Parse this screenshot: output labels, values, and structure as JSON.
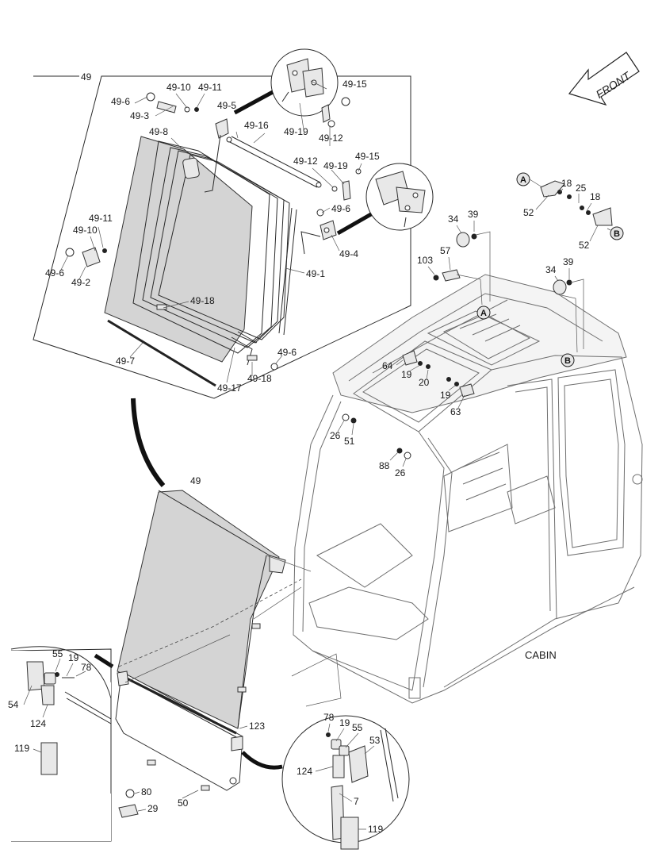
{
  "direction_label": "FRONT",
  "assembly_label": "CABIN",
  "detail_refs": [
    "A",
    "B"
  ],
  "callouts": {
    "c49_top": "49",
    "c49_6a": "49-6",
    "c49_10a": "49-10",
    "c49_11a": "49-11",
    "c49_3": "49-3",
    "c49_5": "49-5",
    "c49_8": "49-8",
    "c49_16": "49-16",
    "c49_15a": "49-15",
    "c49_19a": "49-19",
    "c49_12a": "49-12",
    "c49_12b": "49-12",
    "c49_19b": "49-19",
    "c49_15b": "49-15",
    "c49_6b": "49-6",
    "c49_4": "49-4",
    "c49_1": "49-1",
    "c49_11b": "49-11",
    "c49_10b": "49-10",
    "c49_6c": "49-6",
    "c49_2": "49-2",
    "c49_18a": "49-18",
    "c49_7": "49-7",
    "c49_17": "49-17",
    "c49_18b": "49-18",
    "c49_6d": "49-6",
    "c49_mid": "49",
    "c18a": "18",
    "c25": "25",
    "c18b": "18",
    "c52a": "52",
    "c52b": "52",
    "c34a": "34",
    "c39a": "39",
    "c57": "57",
    "c103": "103",
    "c34b": "34",
    "c39b": "39",
    "c64": "64",
    "c19a": "19",
    "c20": "20",
    "c19b": "19",
    "c63": "63",
    "c26a": "26",
    "c51": "51",
    "c88": "88",
    "c26b": "26",
    "c55a": "55",
    "c19c": "19",
    "c78a": "78",
    "c54": "54",
    "c124a": "124",
    "c119a": "119",
    "c123": "123",
    "c80": "80",
    "c29": "29",
    "c50": "50",
    "c78b": "78",
    "c19d": "19",
    "c55b": "55",
    "c53": "53",
    "c124b": "124",
    "c7": "7",
    "c119b": "119"
  }
}
